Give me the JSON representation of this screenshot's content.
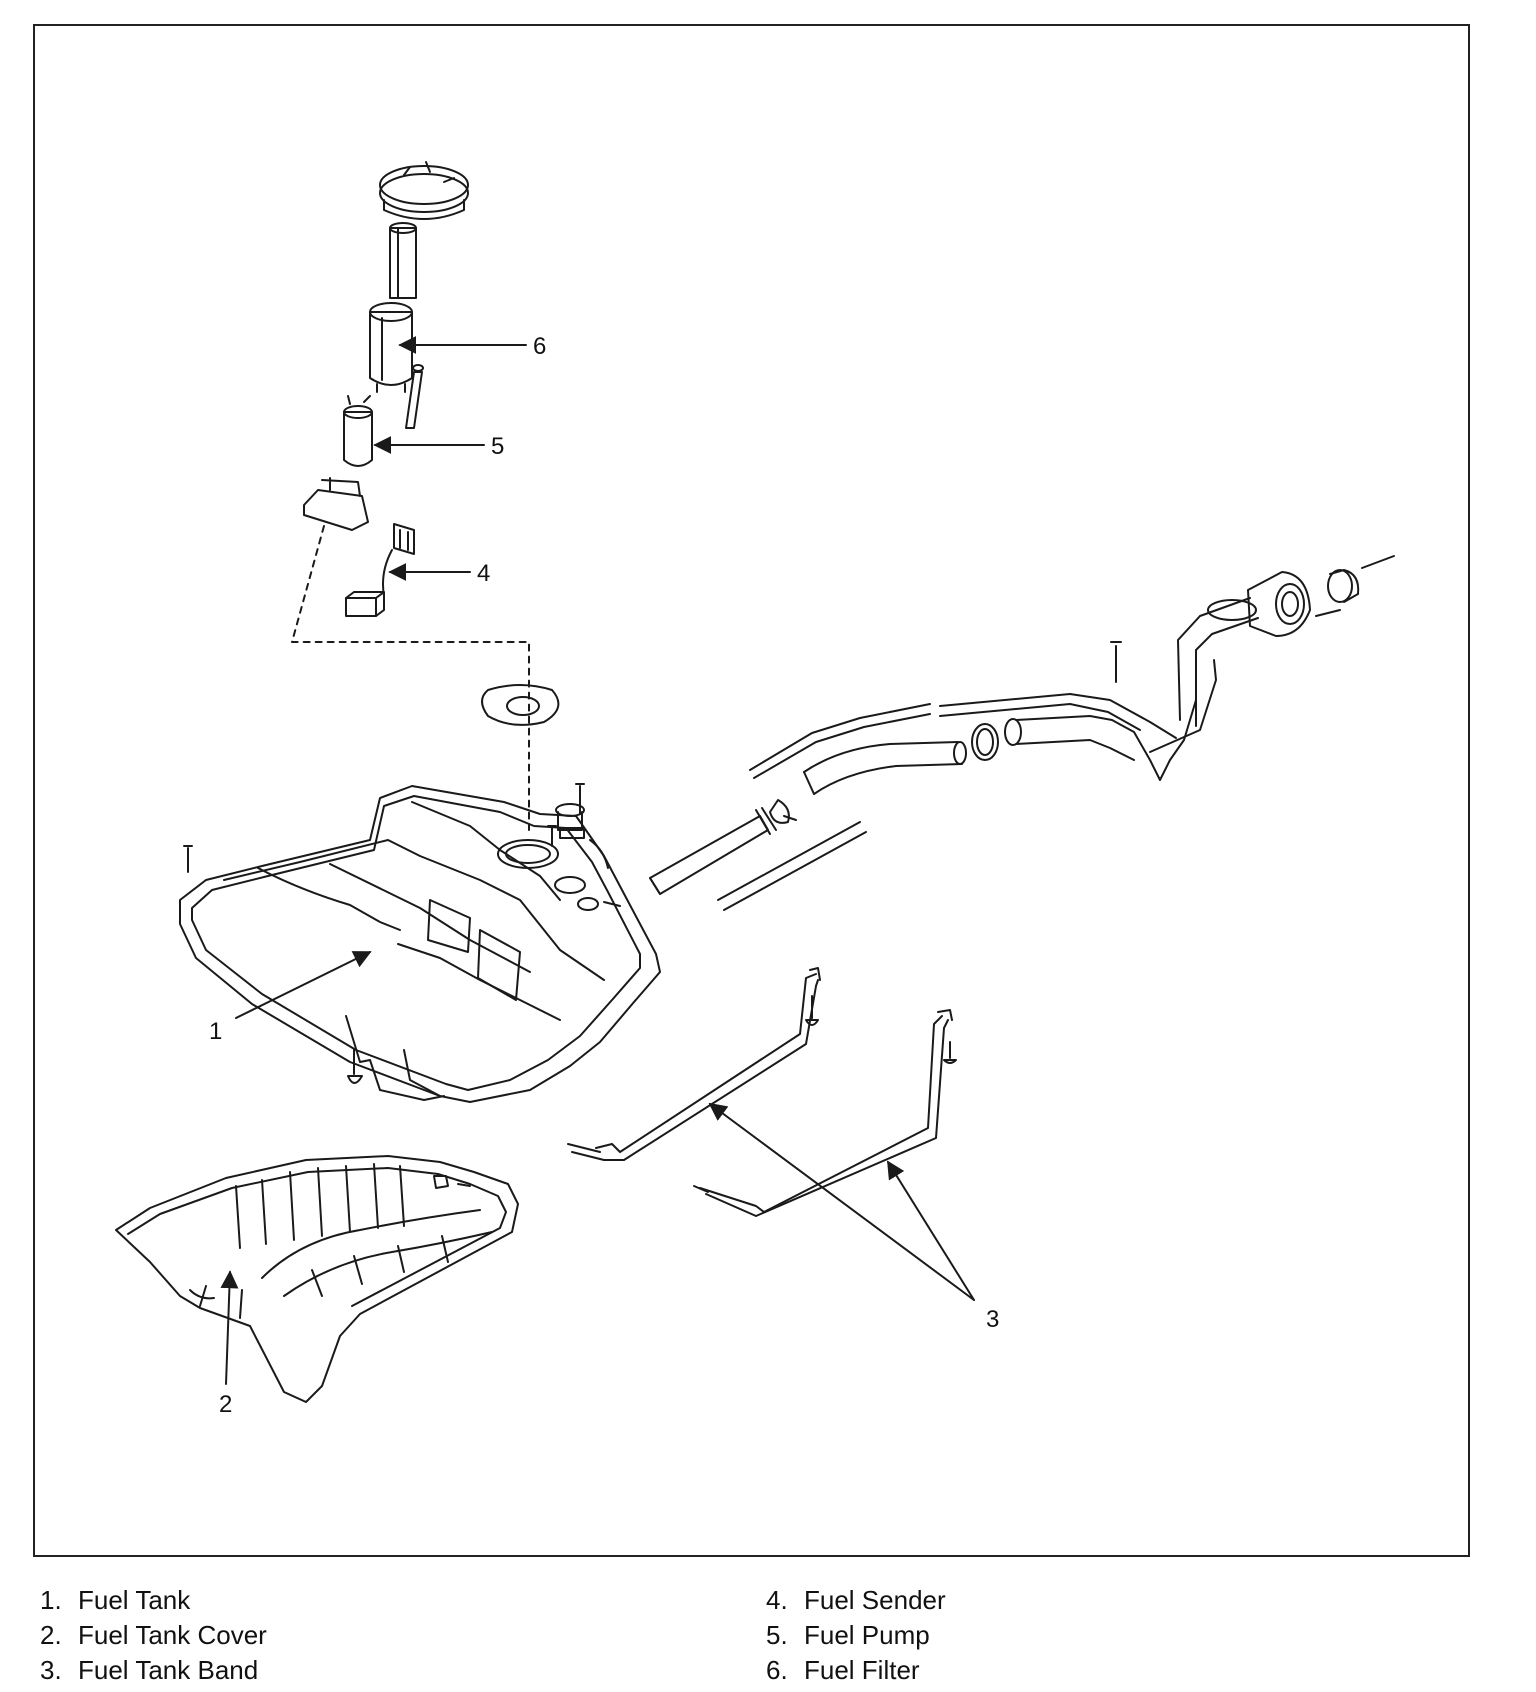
{
  "callouts": [
    "1",
    "2",
    "3",
    "4",
    "5",
    "6"
  ],
  "legend": {
    "left": [
      {
        "num": "1.",
        "label": "Fuel Tank"
      },
      {
        "num": "2.",
        "label": "Fuel Tank Cover"
      },
      {
        "num": "3.",
        "label": "Fuel Tank Band"
      }
    ],
    "right": [
      {
        "num": "4.",
        "label": "Fuel Sender"
      },
      {
        "num": "5.",
        "label": "Fuel Pump"
      },
      {
        "num": "6.",
        "label": "Fuel Filter"
      }
    ]
  },
  "colors": {
    "line": "#1a1a1a",
    "background": "#ffffff"
  }
}
